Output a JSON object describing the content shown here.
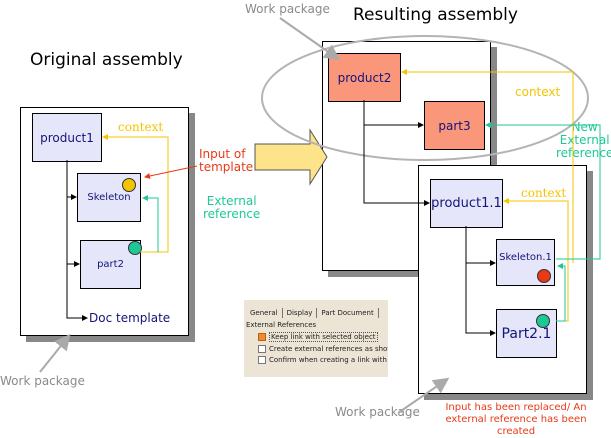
{
  "titles": {
    "original": "Original assembly",
    "resulting": "Resulting assembly"
  },
  "original_assembly": {
    "nodes": {
      "product1": "product1",
      "skeleton": "Skeleton",
      "part2": "part2",
      "doc_template": "Doc template"
    },
    "labels": {
      "context": "context",
      "work_package": "Work package"
    }
  },
  "middle": {
    "input_of_template": [
      "Input of",
      "template"
    ],
    "external_reference": [
      "External",
      "reference"
    ]
  },
  "resulting_assembly": {
    "nodes": {
      "product2": "product2",
      "part3": "part3",
      "product1_1": "product1.1",
      "skeleton_1": "Skeleton.1",
      "part2_1": "Part2.1"
    },
    "labels": {
      "work_package_top": "Work package",
      "work_package_bottom": "Work package",
      "context_top": "context",
      "context_inner": "context",
      "new_external_reference": [
        "New",
        "External",
        "reference"
      ],
      "note": [
        "Input has been replaced/ An",
        "external reference has been",
        "created"
      ]
    }
  },
  "options_panel": {
    "tabs": [
      "General",
      "Display",
      "Part Document"
    ],
    "group_label": "External References",
    "options": [
      {
        "label": "Keep link with selected object",
        "checked": true
      },
      {
        "label": "Create external references as show",
        "checked": false
      },
      {
        "label": "Confirm when creating a link with se",
        "checked": false
      }
    ]
  },
  "colors": {
    "context_line": "#f5c400",
    "external_ref_line": "#1ec896",
    "input_line": "#e83a16",
    "node_blue": "#e6e6fa",
    "node_salmon": "#fa9679",
    "arrow_fill": "#fde38a",
    "skeleton_dot_original": "#f5c400",
    "skeleton_dot_result": "#e83a16",
    "part_dot": "#1ec896"
  }
}
